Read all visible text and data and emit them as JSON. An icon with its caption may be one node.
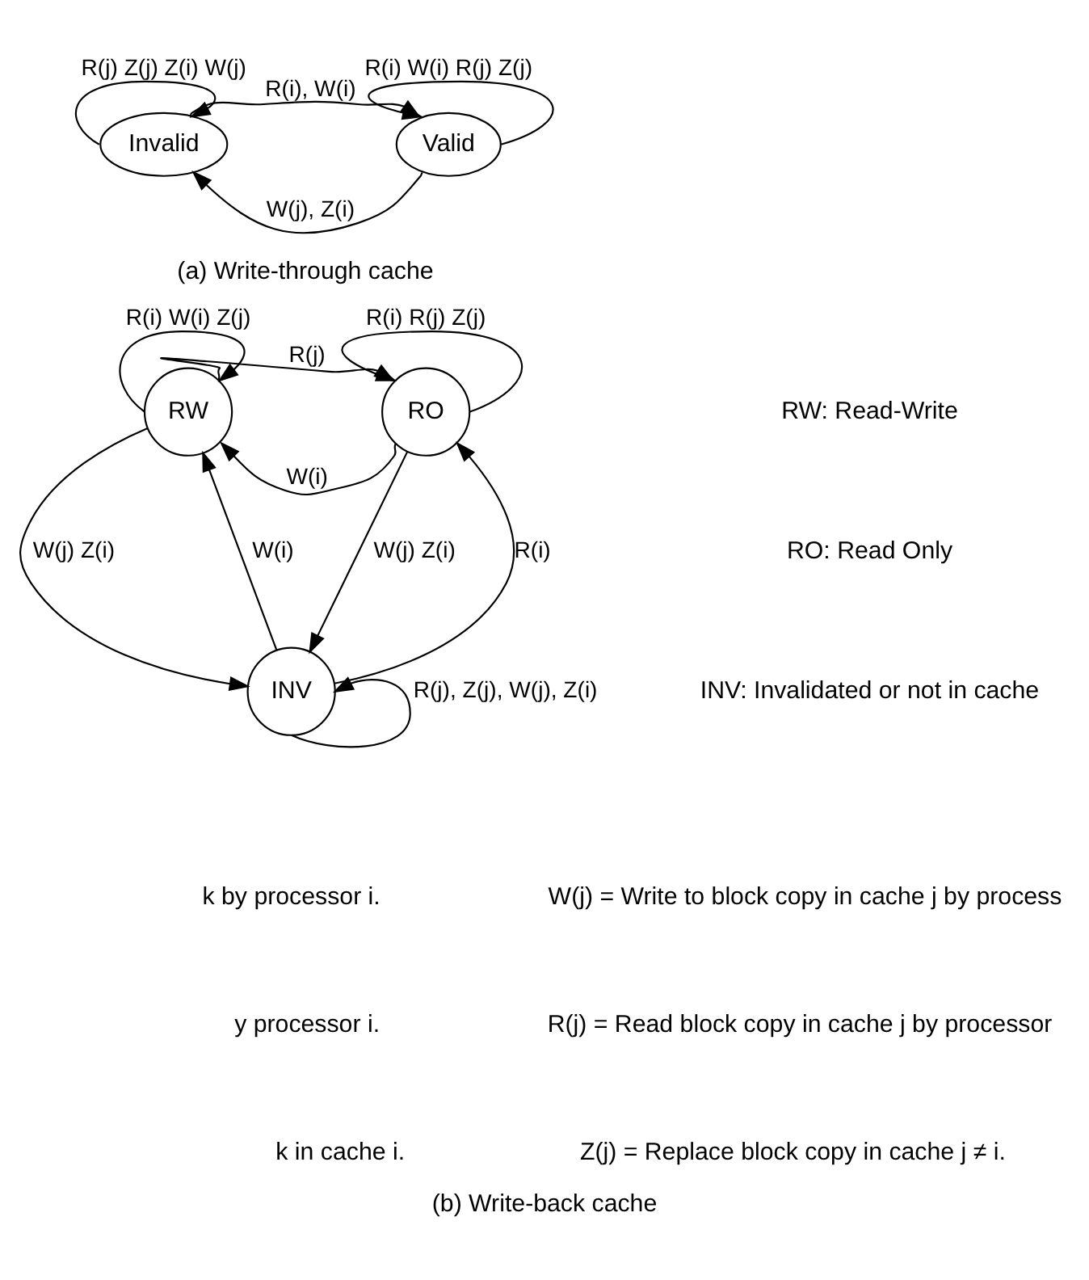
{
  "diagram": {
    "caption": "(b) Write-back cache",
    "nodes": [
      {
        "text": [
          "Invalid"
        ]
      },
      {
        "text": [
          "Valid"
        ]
      },
      {
        "text": [
          "RW"
        ]
      },
      {
        "text": [
          "RO"
        ]
      },
      {
        "text": [
          "INV"
        ]
      }
    ],
    "edges": [
      {
        "from": 0,
        "to": 0,
        "arrow": "to",
        "label": "R(j) Z(j) Z(i) W(j)"
      },
      {
        "from": 0,
        "to": 1,
        "arrow": "to",
        "label": "R(i), W(i)"
      },
      {
        "from": 1,
        "to": 1,
        "arrow": "to",
        "label": "R(i) W(i) R(j) Z(j)"
      },
      {
        "from": 1,
        "to": 0,
        "arrow": "to",
        "label": "W(j), Z(i)"
      },
      {
        "from": 2,
        "to": 2,
        "arrow": "to",
        "label": "R(i) W(i) Z(j)"
      },
      {
        "from": 2,
        "to": 3,
        "arrow": "to",
        "label": "R(j)"
      },
      {
        "from": 3,
        "to": 3,
        "arrow": "to",
        "label": "R(i) R(j) Z(j)"
      },
      {
        "from": 3,
        "to": 2,
        "arrow": "to",
        "label": "W(i)"
      },
      {
        "from": 2,
        "to": 4,
        "arrow": "to",
        "label": "W(j) Z(i)"
      },
      {
        "from": 4,
        "to": 2,
        "arrow": "to",
        "label": "W(i)"
      },
      {
        "from": 4,
        "to": 3,
        "arrow": "to",
        "label": "R(i)"
      },
      {
        "from": 3,
        "to": 4,
        "arrow": "to",
        "label": "W(j) Z(i)"
      },
      {
        "from": 4,
        "to": 4,
        "arrow": "to",
        "label": "R(j), Z(j), W(j), Z(i)"
      }
    ],
    "labels": [
      "(a) Write-through cache",
      "RW: Read-Write",
      "RO: Read Only",
      "INV: Invalidated or not in cache",
      "k by processor i.",
      "W(j) = Write to block copy in cache j by process",
      "y processor i.",
      "R(j) = Read block copy in cache j by processor",
      "k in cache i.",
      "Z(j) = Replace block copy in cache j ≠ i."
    ]
  }
}
